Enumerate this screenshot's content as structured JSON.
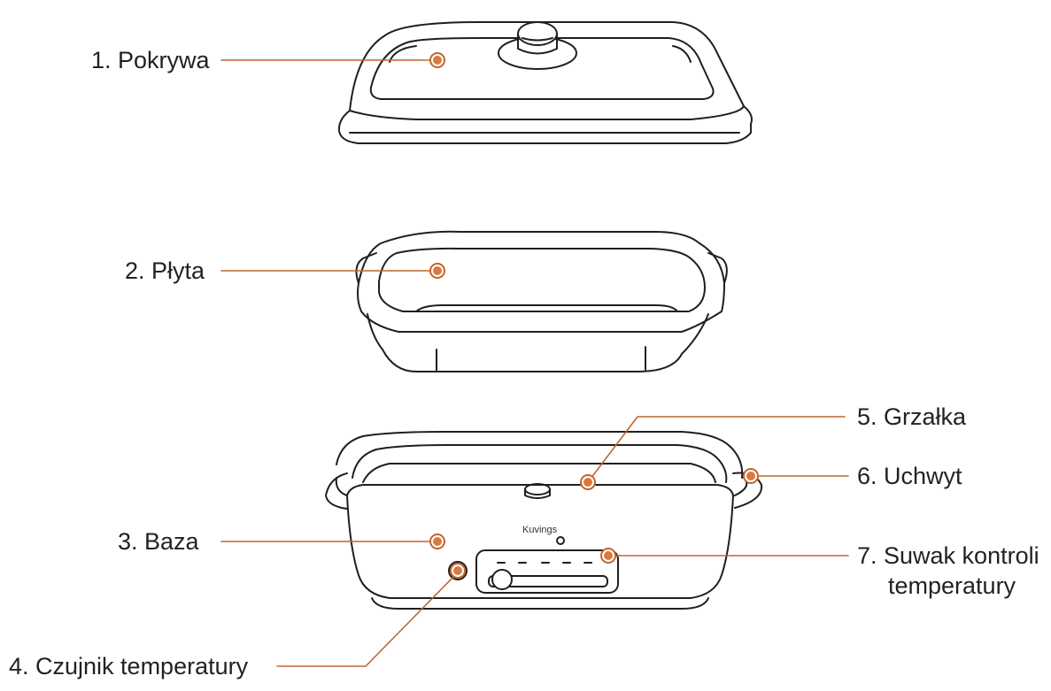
{
  "colors": {
    "line": "#1f1f1f",
    "accent": "#c0652e",
    "marker_fill": "#d97a3f",
    "text": "#222222"
  },
  "brand": "Kuvings",
  "parts": [
    {
      "id": 1,
      "label": "1. Pokrywa"
    },
    {
      "id": 2,
      "label": "2. Płyta"
    },
    {
      "id": 3,
      "label": "3. Baza"
    },
    {
      "id": 4,
      "label": "4. Czujnik temperatury"
    },
    {
      "id": 5,
      "label": "5. Grzałka"
    },
    {
      "id": 6,
      "label": "6. Uchwyt"
    },
    {
      "id": 7,
      "label_line1": "7. Suwak kontroli",
      "label_line2": "temperatury"
    }
  ]
}
